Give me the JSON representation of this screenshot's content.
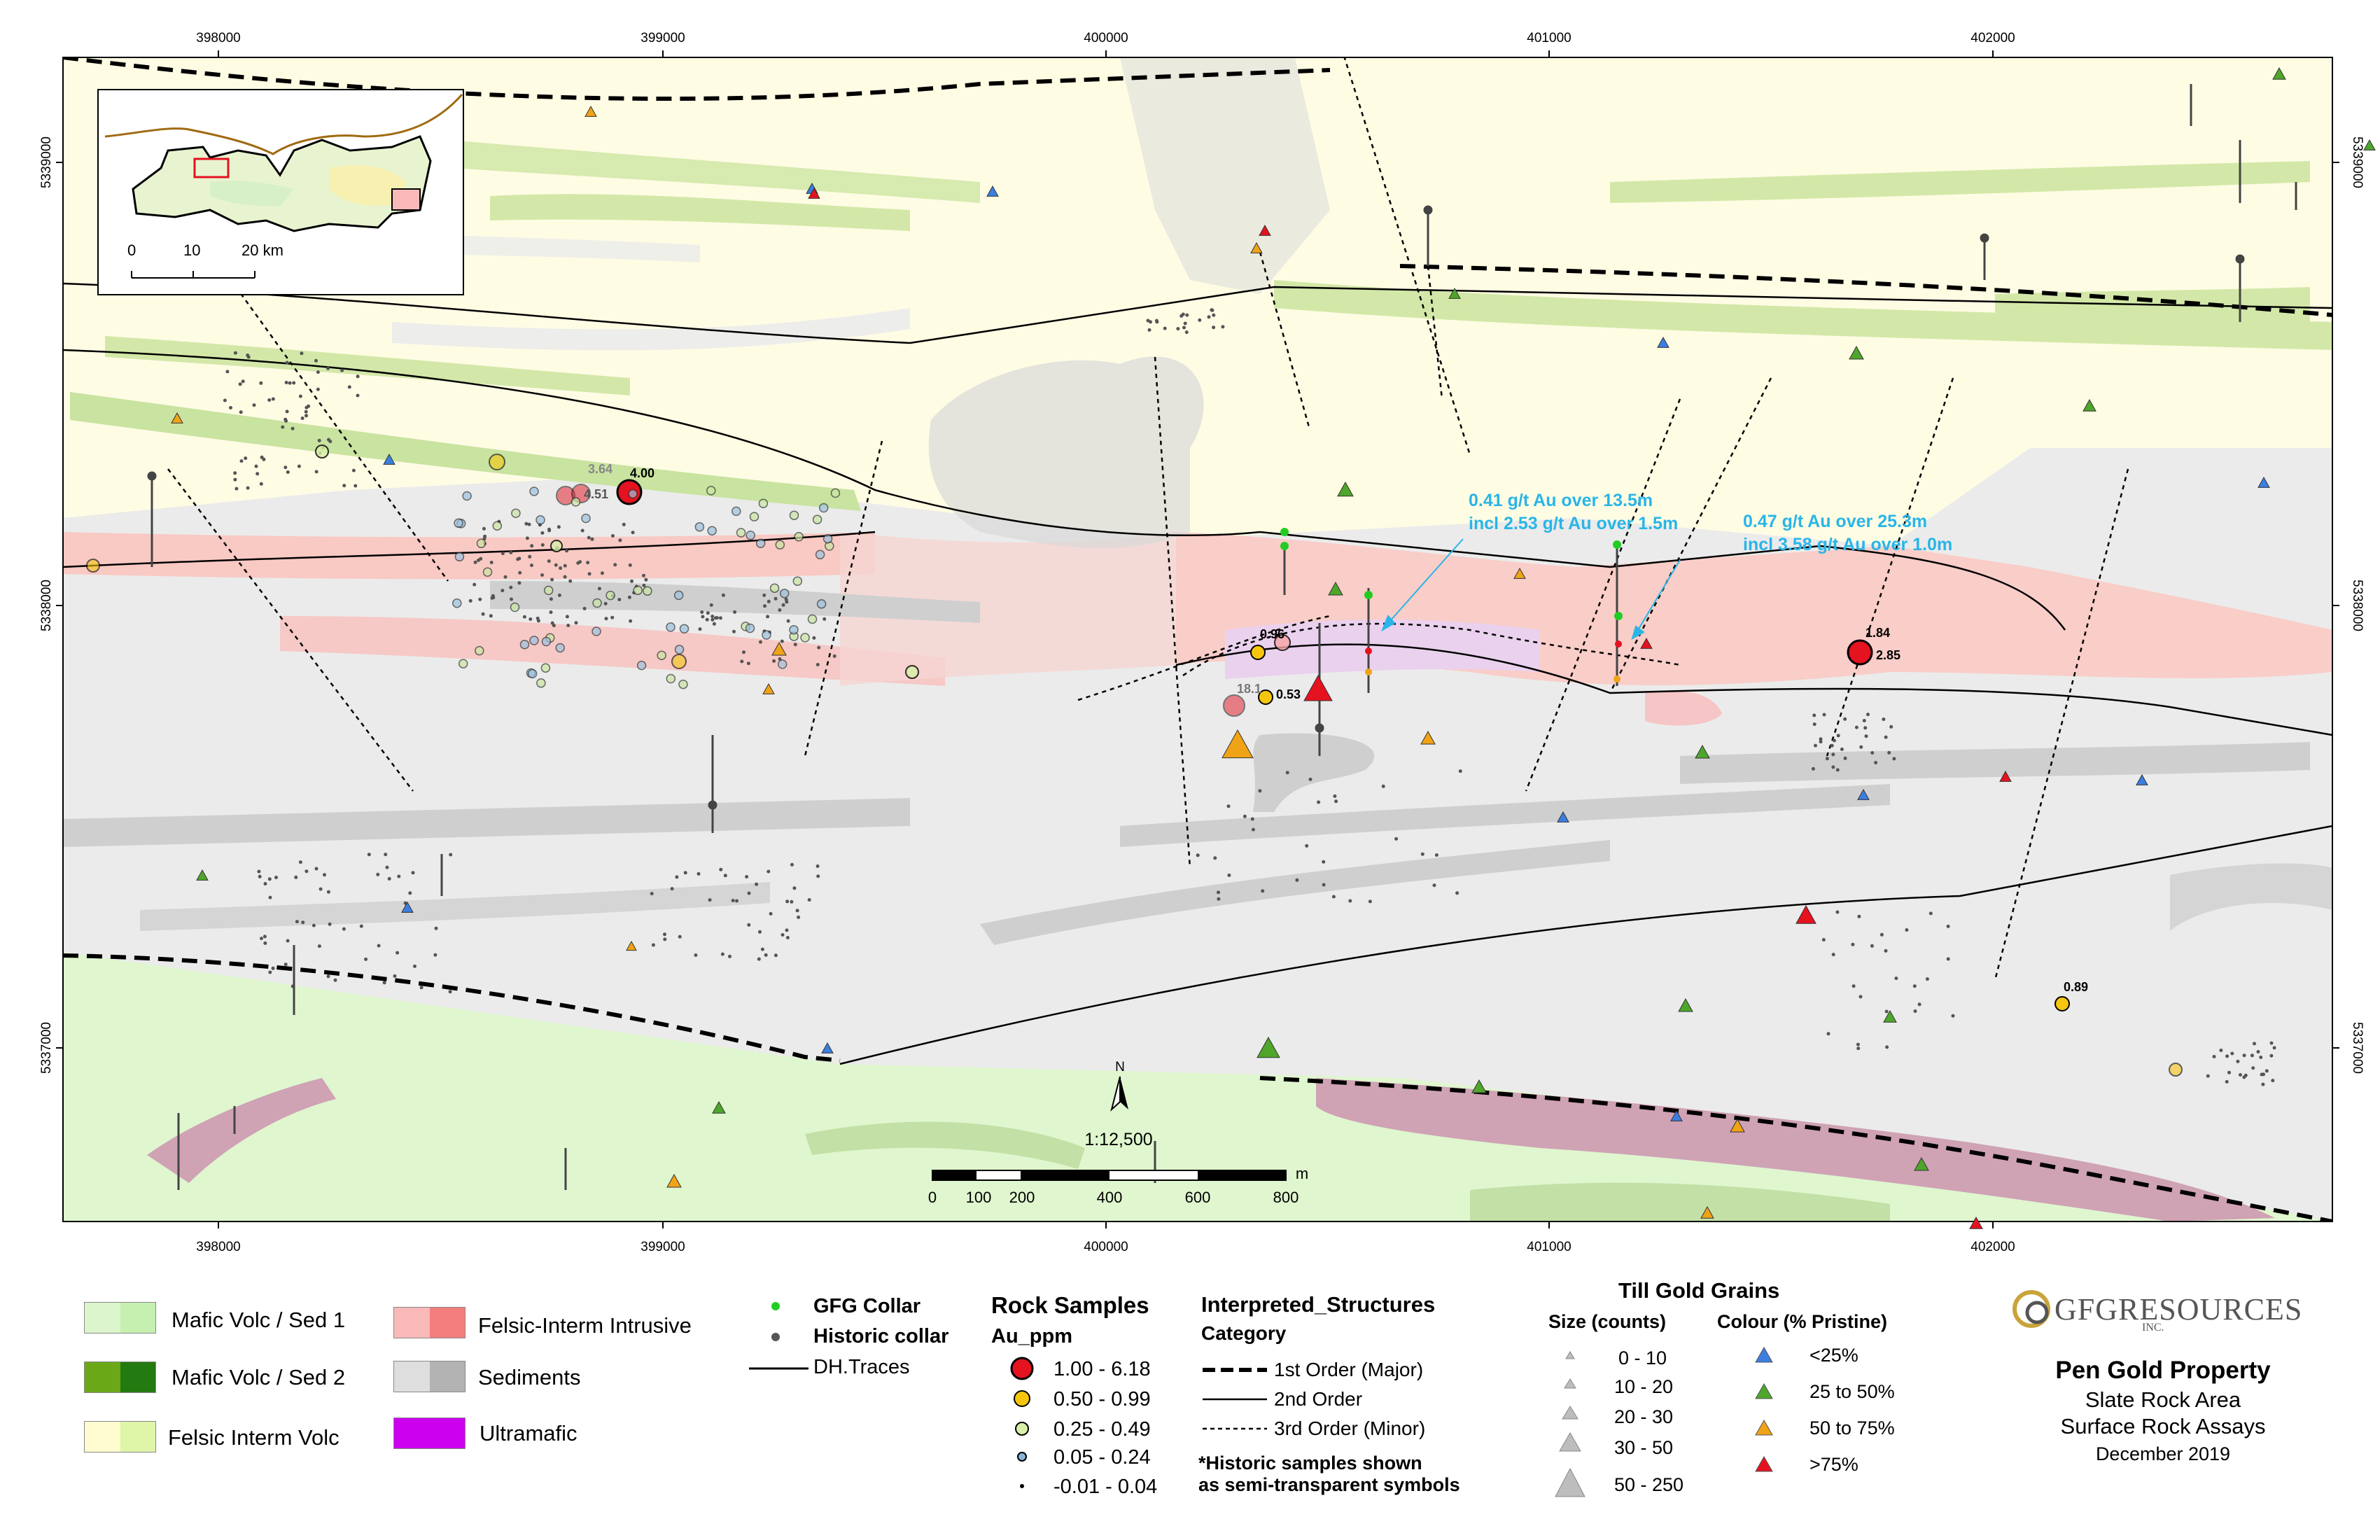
{
  "map": {
    "easting_ticks": [
      "398000",
      "399000",
      "400000",
      "401000",
      "402000"
    ],
    "northing_ticks": [
      "5339000",
      "5338000",
      "5337000"
    ],
    "scale_text": "1:12,500",
    "scale_labels": [
      "0",
      "100",
      "200",
      "400",
      "600",
      "800"
    ],
    "scale_unit": "m",
    "north_label": "N",
    "inset_scale_labels": [
      "0",
      "10",
      "20 km"
    ],
    "annotations": [
      {
        "line1": "0.41 g/t Au over 13.5m",
        "line2": "incl 2.53 g/t Au over 1.5m"
      },
      {
        "line1": "0.47 g/t Au over 25.3m",
        "line2": "incl 3.58 g/t Au over 1.0m"
      }
    ],
    "sample_labels": [
      "3.64",
      "4.00",
      "4.51",
      "0.96",
      "18.1",
      "0.53",
      "1.84",
      "2.85",
      "0.89"
    ],
    "annotation_color": "#29b5e8"
  },
  "legend": {
    "geology": [
      {
        "label": "Mafic Volc / Sed 1",
        "c1": "#ddf5cc",
        "c2": "#c6f0b0"
      },
      {
        "label": "Mafic Volc / Sed 2",
        "c1": "#6aa818",
        "c2": "#237a10"
      },
      {
        "label": "Felsic Interm Volc",
        "c1": "#fffcd0",
        "c2": "#dff5a8"
      },
      {
        "label": "Felsic-Interm Intrusive",
        "c1": "#f9b9b9",
        "c2": "#f47e7e"
      },
      {
        "label": "Sediments",
        "c1": "#dedede",
        "c2": "#b3b3b3"
      },
      {
        "label": "Ultramafic",
        "c1": "#cc00ee",
        "c2": "#cc00ee"
      }
    ],
    "collars": {
      "gfg": "GFG Collar",
      "historic": "Historic collar",
      "traces": "DH.Traces"
    },
    "rock": {
      "title": "Rock Samples",
      "subtitle": "Au_ppm",
      "classes": [
        "1.00 - 6.18",
        "0.50 - 0.99",
        "0.25 - 0.49",
        "0.05 - 0.24",
        "-0.01 - 0.04"
      ],
      "note1": "*Historic samples shown",
      "note2": "as semi-transparent symbols"
    },
    "structures": {
      "title": "Interpreted_Structures",
      "subtitle": "Category",
      "classes": [
        "1st Order (Major)",
        "2nd Order",
        "3rd Order (Minor)"
      ]
    },
    "till": {
      "title": "Till Gold Grains",
      "size_title": "Size (counts)",
      "sizes": [
        "0 - 10",
        "10 - 20",
        "20 - 30",
        "30 - 50",
        "50 - 250"
      ],
      "colour_title": "Colour (% Pristine)",
      "colours": [
        {
          "label": "<25%",
          "color": "#3b7ee0"
        },
        {
          "label": "25 to 50%",
          "color": "#4ea62a"
        },
        {
          "label": "50 to 75%",
          "color": "#f0a316"
        },
        {
          "label": ">75%",
          "color": "#e5121f"
        }
      ]
    }
  },
  "title_block": {
    "company": "GFGRESOURCES",
    "company_suffix": "INC.",
    "project": "Pen Gold Property",
    "line2": "Slate Rock Area",
    "line3": "Surface Rock Assays",
    "date": "December 2019"
  }
}
